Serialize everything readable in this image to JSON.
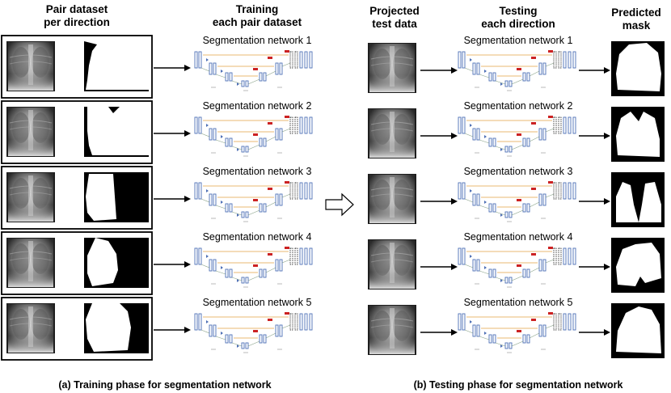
{
  "headers": {
    "col1": [
      "Pair dataset",
      "per direction"
    ],
    "col2": [
      "Training",
      "each pair dataset"
    ],
    "col3": [
      "Projected",
      "test data"
    ],
    "col4": [
      "Testing",
      "each direction"
    ],
    "col5": [
      "Predicted",
      "mask"
    ]
  },
  "networks": [
    "Segmentation network 1",
    "Segmentation network 2",
    "Segmentation network 3",
    "Segmentation network 4",
    "Segmentation network 5"
  ],
  "captions": {
    "training": "(a) Training phase for segmentation network",
    "testing": "(b) Testing phase for segmentation network"
  },
  "colors": {
    "unet_block": "#4d6fb5",
    "skip_line": "#e0a040",
    "output_red": "#cc2222",
    "xray_dark": "#1e1e1e",
    "xray_light": "#d8d8d8"
  }
}
